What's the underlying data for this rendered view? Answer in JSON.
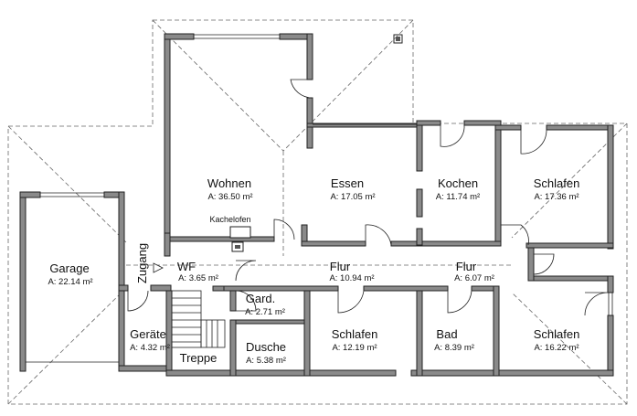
{
  "rooms": [
    {
      "name": "Wohnen",
      "area": "A: 36.50 m²"
    },
    {
      "name": "Essen",
      "area": "A: 17.05 m²"
    },
    {
      "name": "Kochen",
      "area": "A: 11.74 m²"
    },
    {
      "name": "Schlafen",
      "area": "A: 17.36 m²"
    },
    {
      "name": "Garage",
      "area": "A: 22.14 m²"
    },
    {
      "name": "WF",
      "area": "A: 3.65 m²"
    },
    {
      "name": "Flur",
      "area": "A: 10.94 m²"
    },
    {
      "name": "Flur",
      "area": "A: 6.07 m²"
    },
    {
      "name": "Gard.",
      "area": "A: 2.71 m²"
    },
    {
      "name": "Geräte",
      "area": "A: 4.32 m²"
    },
    {
      "name": "Dusche",
      "area": "A: 5.38 m²"
    },
    {
      "name": "Schlafen",
      "area": "A: 12.19 m²"
    },
    {
      "name": "Bad",
      "area": "A: 8.39 m²"
    },
    {
      "name": "Schlafen",
      "area": "A: 16.22 m²"
    }
  ],
  "labels": {
    "kachelofen": "Kachelofen",
    "zugang": "Zugang",
    "treppe": "Treppe"
  }
}
